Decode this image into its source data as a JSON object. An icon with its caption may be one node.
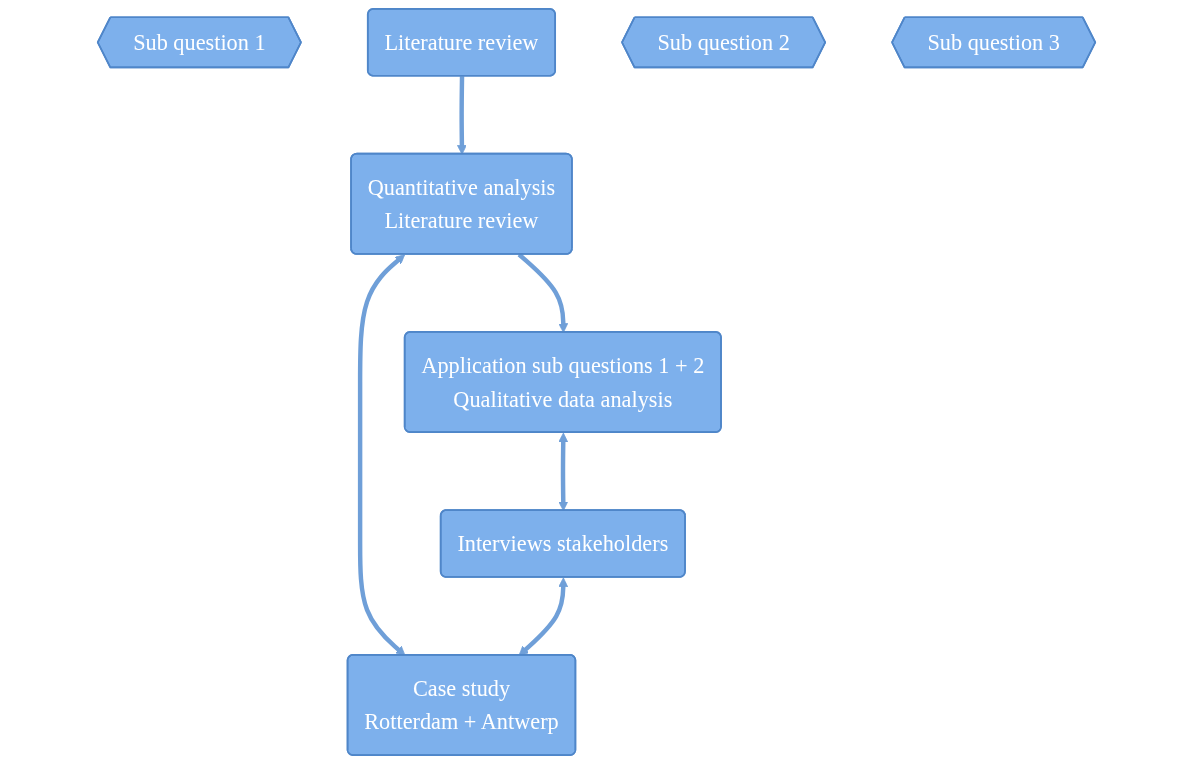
{
  "diagram": {
    "nodes": [
      {
        "text": [
          "Sub question 1"
        ]
      },
      {
        "text": [
          "Literature review"
        ]
      },
      {
        "text": [
          "Sub question 2"
        ]
      },
      {
        "text": [
          "Quantitative analysis",
          "Literature review"
        ]
      },
      {
        "text": [
          "Case study",
          "Rotterdam + Antwerp"
        ]
      },
      {
        "text": [
          "Sub question 3"
        ]
      },
      {
        "text": [
          "Application sub questions 1 + 2",
          "Qualitative data analysis"
        ]
      },
      {
        "text": [
          "Interviews stakeholders"
        ]
      }
    ],
    "edges": [
      {
        "from": 1,
        "to": 3,
        "arrow": "to"
      },
      {
        "from": 3,
        "to": 6,
        "arrow": "to"
      },
      {
        "from": 3,
        "to": 4,
        "arrow": "both"
      },
      {
        "from": 6,
        "to": 7,
        "arrow": "both"
      },
      {
        "from": 7,
        "to": 4,
        "arrow": "both"
      }
    ]
  }
}
